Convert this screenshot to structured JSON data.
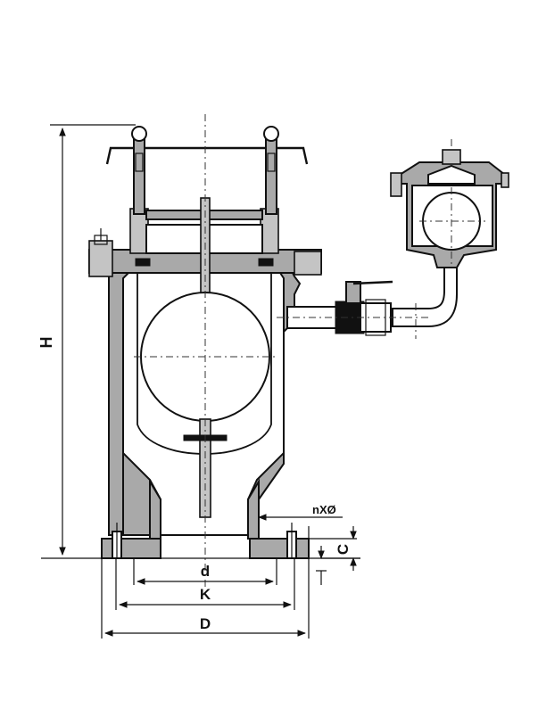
{
  "labels": {
    "height": "H",
    "flange_holes": "nXØ",
    "flange_thickness": "C",
    "bore": "d",
    "bolt_circle": "K",
    "flange_diameter": "D"
  }
}
